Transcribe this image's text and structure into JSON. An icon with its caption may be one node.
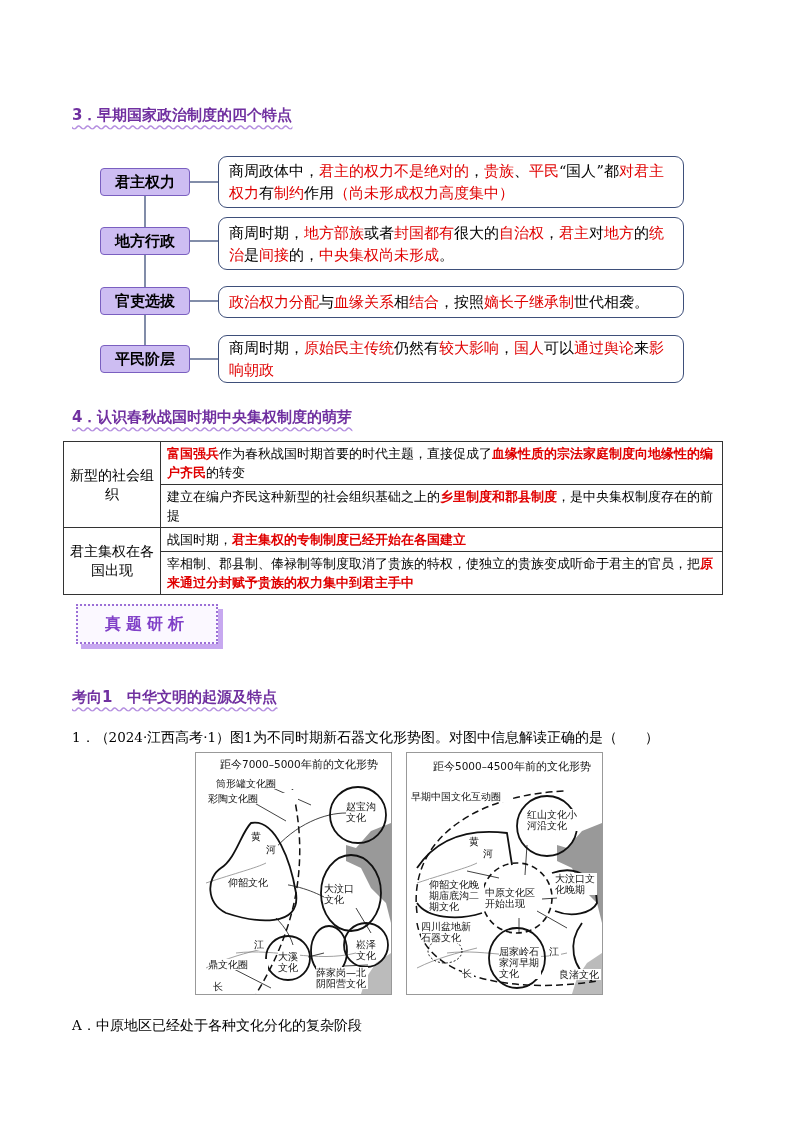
{
  "diagram": {
    "nodes": [
      {
        "text": [
          "君主权力"
        ]
      },
      {
        "text": [
          "商周政体中，**君主的权力不是绝对的**，**贵族**、**平民**“国人”都**对君主权力**有**制约**作用**（尚未形成权力高度集中）**"
        ]
      },
      {
        "text": [
          "地方行政"
        ]
      },
      {
        "text": [
          "商周时期，**地方部族**或者**封国都有**很大的**自治权**，**君主**对**地方**的**统治**是**间接**的，**中央集权尚未形成**。"
        ]
      },
      {
        "text": [
          "官吏选拔"
        ]
      },
      {
        "text": [
          "**政治权力分配**与**血缘关系**相**结合**，按照**嫡长子继承制**世代相袭。"
        ]
      },
      {
        "text": [
          "平民阶层"
        ]
      },
      {
        "text": [
          "商周时期，**原始民主传统**仍然有**较大影响**，**国人**可以**通过舆论**来**影响朝政**"
        ]
      }
    ],
    "edges": [
      {
        "from": 0,
        "to": 1,
        "arrow": "none"
      },
      {
        "from": 0,
        "to": 2,
        "arrow": "none"
      },
      {
        "from": 2,
        "to": 3,
        "arrow": "none"
      },
      {
        "from": 2,
        "to": 4,
        "arrow": "none"
      },
      {
        "from": 4,
        "to": 5,
        "arrow": "none"
      },
      {
        "from": 4,
        "to": 6,
        "arrow": "none"
      },
      {
        "from": 6,
        "to": 7,
        "arrow": "none"
      }
    ],
    "labels": [
      "3．早期国家政治制度的四个特点",
      "4．认识春秋战国时期中央集权制度的萌芽",
      "新型的社会组织",
      "**富国强兵**作为春秋战国时期首要的时代主题，直接促成了**血缘性质的宗法家庭制度向地缘性的编户齐民**的转变",
      "建立在编户齐民这种新型的社会组织基础之上的**乡里制度和郡县制度**，是中央集权制度存在的前提",
      "君主集权在各国出现",
      "战国时期，**君主集权的专制制度已经开始在各国建立**",
      "宰相制、郡县制、俸禄制等制度取消了贵族的特权，使独立的贵族变成听命于君主的官员，把**原来通过分封赋予贵族的权力集中到君主手中**",
      "真题研析",
      "考向1　中华文明的起源及特点",
      "1．（2024·江西高考·1）图1为不同时期新石器文化形势图。对图中信息解读正确的是（　　）",
      "距今7000–5000年前的文化形势",
      "筒形罐文化圈",
      "彩陶文化圈",
      "赵宝沟文化",
      "黄",
      "河",
      "仰韶文化",
      "大汶口文化",
      "江",
      "大溪文化",
      "崧泽文化",
      "鼎文化圈",
      "长",
      "薛家岗—北阴阳营文化",
      "距今5000–4500年前的文化形势",
      "早期中国文化互动圈",
      "红山文化小河沿文化",
      "黄",
      "河",
      "大汶口文化晚期",
      "仰韶文化晚期庙底沟二期文化",
      "中原文化区开始出现",
      "四川盆地新石器文化",
      "屈家岭石家河早期文化",
      "江",
      "长",
      "良渚文化",
      "A．中原地区已经处于各种文化分化的复杂阶段"
    ]
  }
}
